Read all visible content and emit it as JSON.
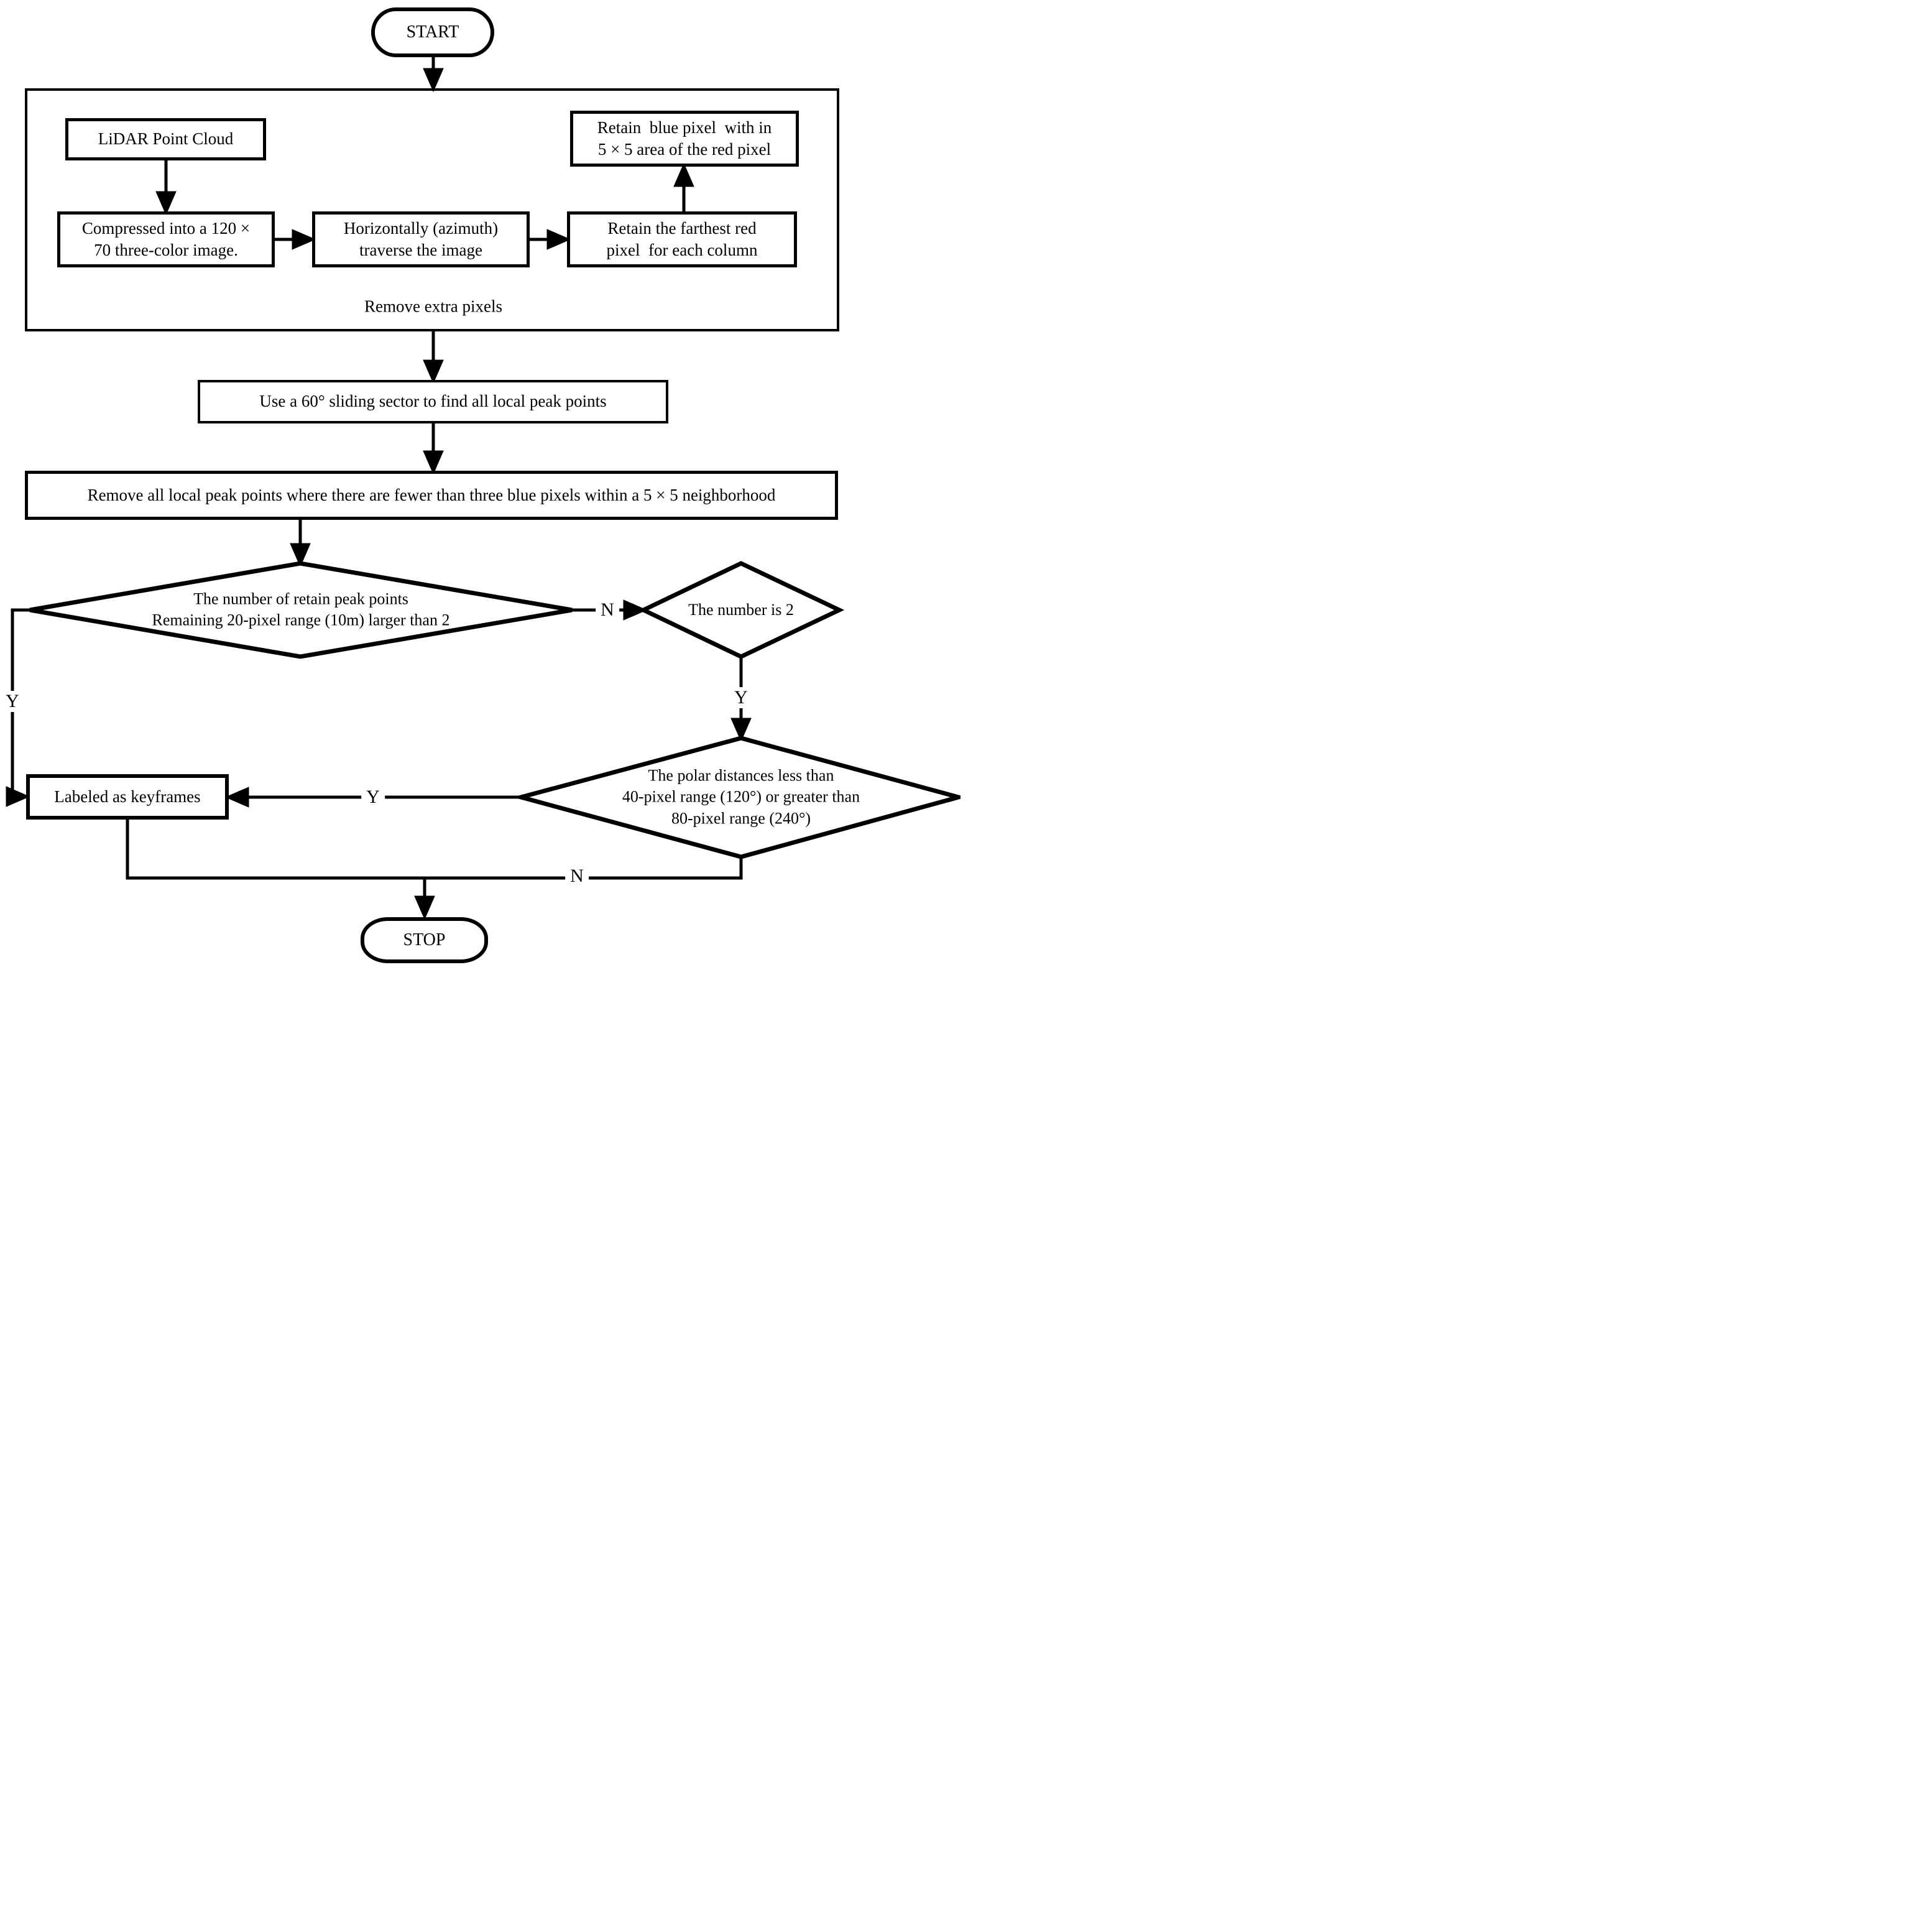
{
  "flowchart": {
    "terminals": {
      "start": "START",
      "stop": "STOP"
    },
    "processes": {
      "lidar": "LiDAR Point Cloud",
      "compressed": {
        "l1": "Compressed into a 120 ×",
        "l2": "70 three-color image."
      },
      "traverse": {
        "l1": "Horizontally (azimuth)",
        "l2": "traverse the image"
      },
      "retain_red": {
        "l1": "Retain the farthest red",
        "l2": "pixel  for each column"
      },
      "retain_blue": {
        "l1": "Retain  blue pixel  with in",
        "l2": "5 × 5 area of the red pixel"
      },
      "remove_extra_caption": "Remove extra pixels",
      "sector": "Use a 60° sliding sector to find all local peak points",
      "remove_peaks": "Remove all local peak points where there are fewer than three blue pixels within a 5 × 5 neighborhood",
      "keyframes": "Labeled as keyframes"
    },
    "decisions": {
      "peak_count": {
        "l1": "The number of retain peak points",
        "l2": "Remaining 20-pixel range (10m) larger than 2"
      },
      "number_is_two": "The number is 2",
      "polar_distance": {
        "l1": "The polar distances less than",
        "l2": "40-pixel range (120°) or greater than",
        "l3": "80-pixel range (240°)"
      }
    },
    "edge_labels": {
      "count_no": "N",
      "count_yes": "Y",
      "two_yes": "Y",
      "polar_yes": "Y",
      "polar_no": "N"
    },
    "colors": {
      "stroke": "#000000",
      "background": "#ffffff"
    }
  }
}
